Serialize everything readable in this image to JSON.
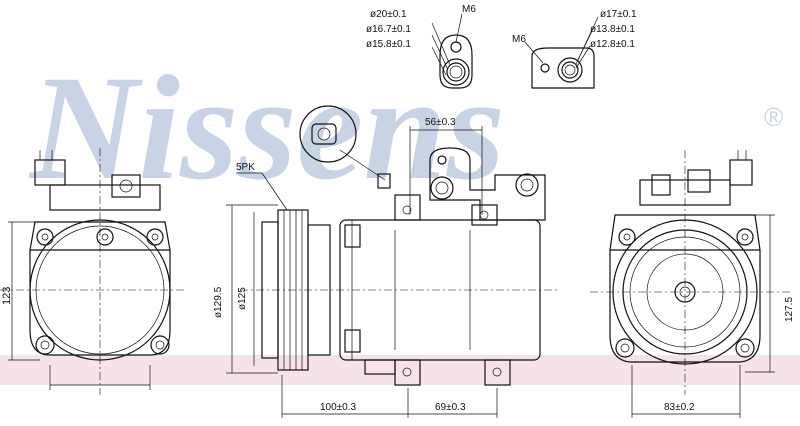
{
  "watermark": {
    "brand": "Nissens",
    "registered": "®"
  },
  "labels": {
    "port_left_top": "ø20±0.1",
    "port_left_mid": "ø16.7±0.1",
    "port_left_bottom": "ø15.8±0.1",
    "port_left_thread": "M6",
    "port_right_thread": "M6",
    "port_right_top": "ø17±0.1",
    "port_right_mid": "ø13.8±0.1",
    "port_right_bottom": "ø12.8±0.1",
    "belt_profile": "5PK",
    "port_spacing": "56±0.3",
    "pulley_outer_dia": "ø129.5",
    "pulley_dia": "ø125",
    "height_left": "123",
    "height_right": "127.5",
    "length_pulley_to_mount": "100±0.3",
    "mount_spacing": "69±0.3",
    "mount_width": "83±0.2"
  }
}
